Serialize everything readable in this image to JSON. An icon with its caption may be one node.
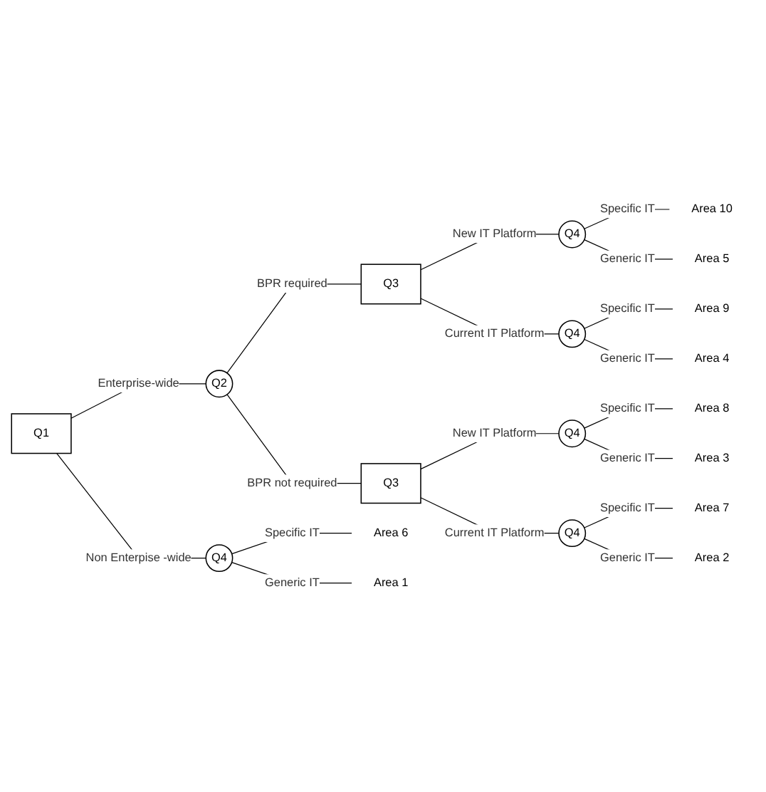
{
  "diagram": {
    "nodes": [
      {
        "text": [
          "Q1"
        ]
      },
      {
        "text": [
          "Q2"
        ]
      },
      {
        "text": [
          "Q3"
        ]
      },
      {
        "text": [
          "Q3"
        ]
      },
      {
        "text": [
          "Q4"
        ]
      },
      {
        "text": [
          "Q4"
        ]
      },
      {
        "text": [
          "Q4"
        ]
      },
      {
        "text": [
          "Q4"
        ]
      },
      {
        "text": [
          "Q4"
        ]
      },
      {
        "text": [
          "Area 10"
        ]
      },
      {
        "text": [
          "Area 5"
        ]
      },
      {
        "text": [
          "Area 9"
        ]
      },
      {
        "text": [
          "Area 4"
        ]
      },
      {
        "text": [
          "Area 8"
        ]
      },
      {
        "text": [
          "Area 3"
        ]
      },
      {
        "text": [
          "Area 7"
        ]
      },
      {
        "text": [
          "Area 2"
        ]
      },
      {
        "text": [
          "Area 6"
        ]
      },
      {
        "text": [
          "Area 1"
        ]
      }
    ],
    "edges": [
      {
        "from": 0,
        "to": 1,
        "arrow": "none",
        "label": "Enterprise-wide"
      },
      {
        "from": 0,
        "to": 8,
        "arrow": "none",
        "label": "Non Enterpise -wide"
      },
      {
        "from": 1,
        "to": 2,
        "arrow": "none",
        "label": "BPR required"
      },
      {
        "from": 1,
        "to": 3,
        "arrow": "none",
        "label": "BPR not required"
      },
      {
        "from": 2,
        "to": 4,
        "arrow": "none",
        "label": "New IT Platform"
      },
      {
        "from": 2,
        "to": 5,
        "arrow": "none",
        "label": "Current IT Platform"
      },
      {
        "from": 3,
        "to": 6,
        "arrow": "none",
        "label": "New IT Platform"
      },
      {
        "from": 3,
        "to": 7,
        "arrow": "none",
        "label": "Current IT Platform"
      },
      {
        "from": 4,
        "to": 9,
        "arrow": "none",
        "label": "Specific IT"
      },
      {
        "from": 4,
        "to": 10,
        "arrow": "none",
        "label": "Generic IT"
      },
      {
        "from": 5,
        "to": 11,
        "arrow": "none",
        "label": "Specific IT"
      },
      {
        "from": 5,
        "to": 12,
        "arrow": "none",
        "label": "Generic IT"
      },
      {
        "from": 6,
        "to": 13,
        "arrow": "none",
        "label": "Specific IT"
      },
      {
        "from": 6,
        "to": 14,
        "arrow": "none",
        "label": "Generic IT"
      },
      {
        "from": 7,
        "to": 15,
        "arrow": "none",
        "label": "Specific IT"
      },
      {
        "from": 7,
        "to": 16,
        "arrow": "none",
        "label": "Generic IT"
      },
      {
        "from": 8,
        "to": 17,
        "arrow": "none",
        "label": "Specific IT"
      },
      {
        "from": 8,
        "to": 18,
        "arrow": "none",
        "label": "Generic IT"
      }
    ]
  }
}
